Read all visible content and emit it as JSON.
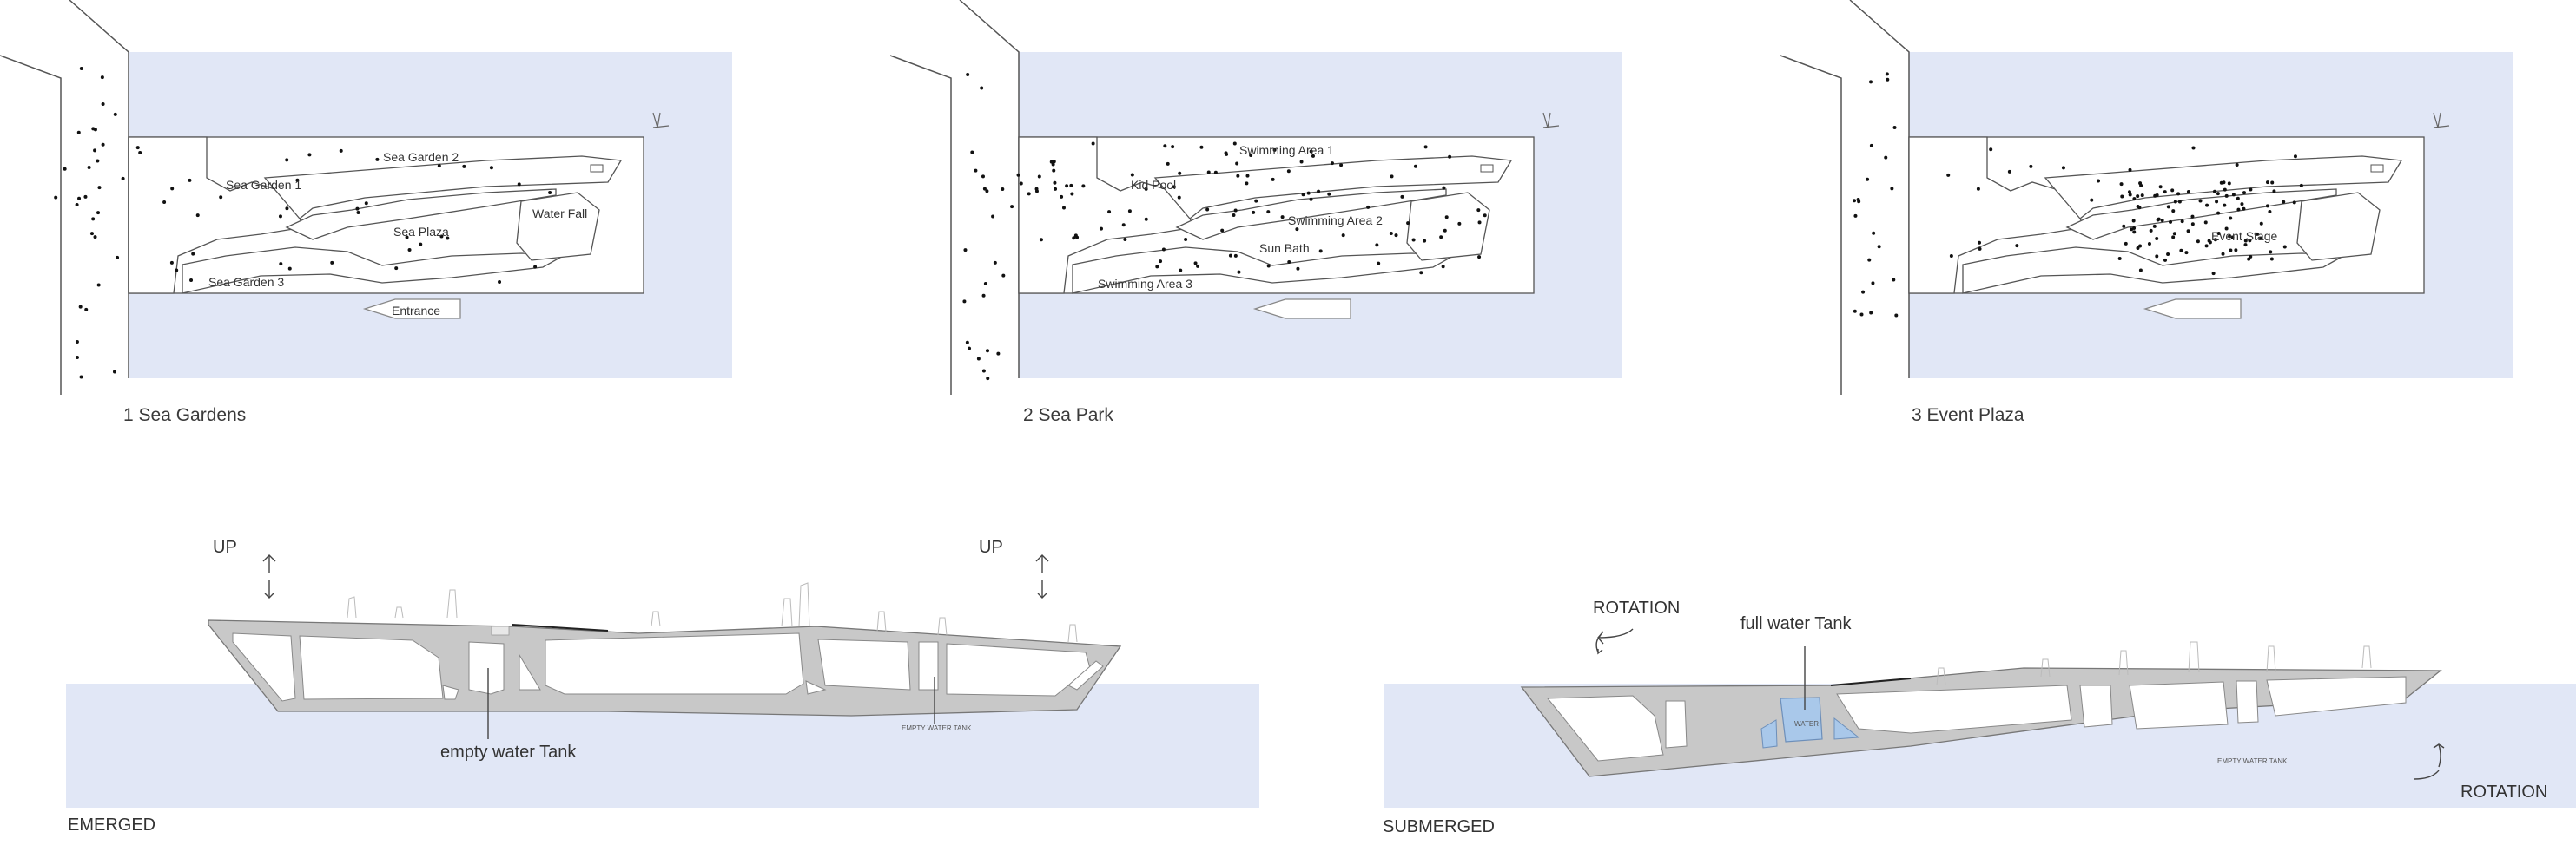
{
  "panels": [
    {
      "caption": "1 Sea Gardens",
      "labels": {
        "garden1": "Sea Garden 1",
        "garden2": "Sea Garden 2",
        "garden3": "Sea Garden 3",
        "plaza": "Sea Plaza",
        "waterfall": "Water Fall",
        "entrance": "Entrance"
      }
    },
    {
      "caption": "2 Sea Park",
      "labels": {
        "swim1": "Swimming Area 1",
        "swim2": "Swimming Area 2",
        "swim3": "Swimming Area 3",
        "kidpool": "Kid Pool",
        "sunbath": "Sun Bath"
      }
    },
    {
      "caption": "3 Event Plaza",
      "labels": {
        "stage": "Event Stage"
      }
    }
  ],
  "sections": {
    "emerged": {
      "state": "EMERGED",
      "up_left": "UP",
      "up_right": "UP",
      "tank_label": "empty water Tank",
      "tank_small": "EMPTY WATER TANK"
    },
    "submerged": {
      "state": "SUBMERGED",
      "rotation_left": "ROTATION",
      "rotation_right": "ROTATION",
      "tank_label": "full water Tank",
      "tank_small": "EMPTY WATER TANK",
      "water_label": "WATER"
    }
  },
  "colors": {
    "water": "#e1e7f6",
    "platform": "#c8c8c8",
    "tank_water": "#a9c8ea",
    "line": "#555555"
  }
}
